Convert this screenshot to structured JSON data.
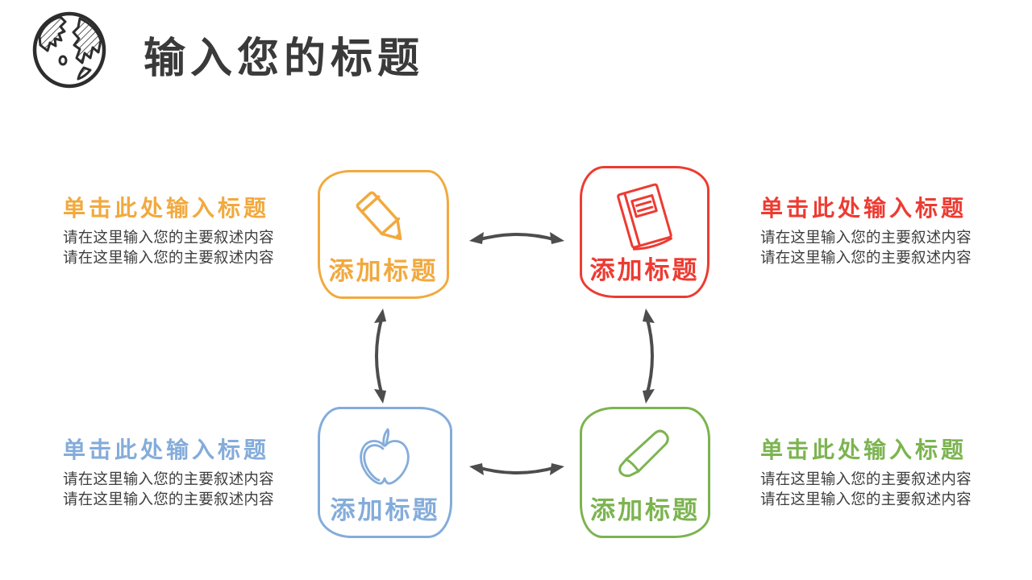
{
  "header": {
    "title": "输入您的标题",
    "logo_icon": "globe-icon"
  },
  "colors": {
    "title_text": "#3a3a3a",
    "body_text": "#3e3e3e",
    "arrow": "#4d4d4d",
    "yellow": "#F2A93E",
    "red": "#ED3B32",
    "blue": "#84ACDA",
    "green": "#7CB450"
  },
  "nodes": [
    {
      "position": "top-left",
      "label": "添加标题",
      "icon": "pencil-icon",
      "color": "#F2A93E"
    },
    {
      "position": "top-right",
      "label": "添加标题",
      "icon": "book-icon",
      "color": "#ED3B32"
    },
    {
      "position": "bottom-left",
      "label": "添加标题",
      "icon": "apple-icon",
      "color": "#84ACDA"
    },
    {
      "position": "bottom-right",
      "label": "添加标题",
      "icon": "eraser-icon",
      "color": "#7CB450"
    }
  ],
  "captions": [
    {
      "position": "top-left",
      "title": "单击此处输入标题",
      "color": "#F2A93E",
      "body": [
        "请在这里输入您的主要叙述内容",
        "请在这里输入您的主要叙述内容"
      ]
    },
    {
      "position": "top-right",
      "title": "单击此处输入标题",
      "color": "#ED3B32",
      "body": [
        "请在这里输入您的主要叙述内容",
        "请在这里输入您的主要叙述内容"
      ]
    },
    {
      "position": "bottom-left",
      "title": "单击此处输入标题",
      "color": "#84ACDA",
      "body": [
        "请在这里输入您的主要叙述内容",
        "请在这里输入您的主要叙述内容"
      ]
    },
    {
      "position": "bottom-right",
      "title": "单击此处输入标题",
      "color": "#7CB450",
      "body": [
        "请在这里输入您的主要叙述内容",
        "请在这里输入您的主要叙述内容"
      ]
    }
  ],
  "connectors": [
    "top-horizontal",
    "bottom-horizontal",
    "left-vertical",
    "right-vertical"
  ]
}
